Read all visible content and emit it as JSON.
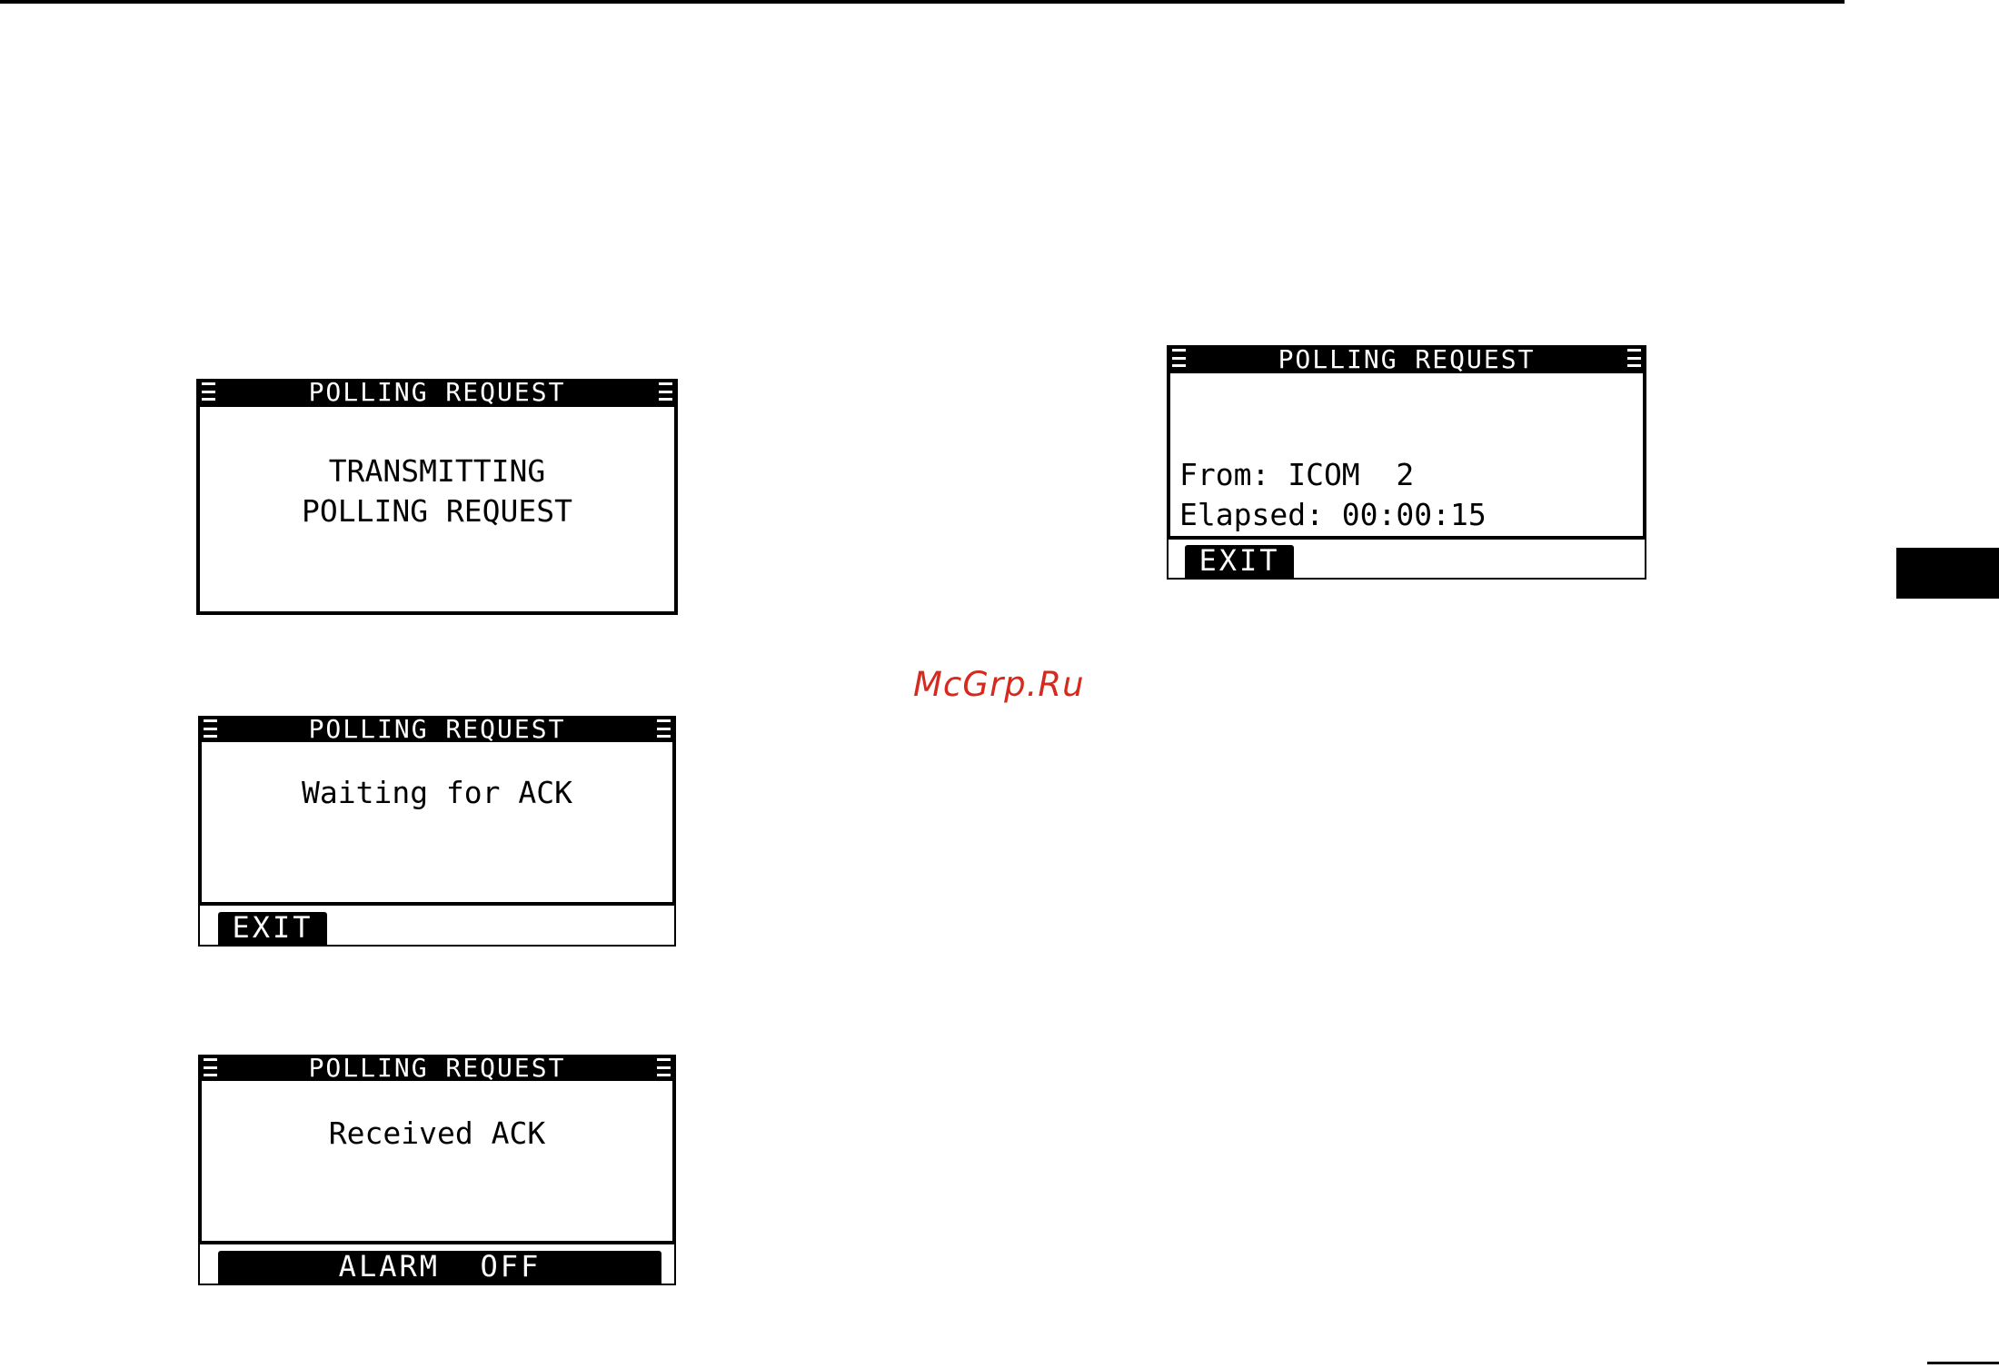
{
  "screens": {
    "transmitting": {
      "title": "POLLING REQUEST",
      "line1": "TRANSMITTING",
      "line2": "POLLING REQUEST"
    },
    "waiting": {
      "title": "POLLING REQUEST",
      "message": "Waiting for ACK",
      "softkey": "EXIT"
    },
    "received": {
      "title": "POLLING REQUEST",
      "message": "Received ACK",
      "softkey": "ALARM  OFF"
    },
    "result": {
      "title": "POLLING REQUEST",
      "from_line": "From: ICOM  2",
      "elapsed_line": "Elapsed: 00:00:15",
      "softkey": "EXIT"
    }
  },
  "watermark": "McGrp.Ru"
}
